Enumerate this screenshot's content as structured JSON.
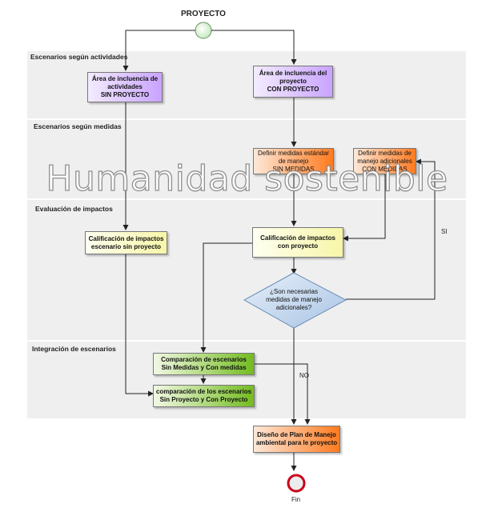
{
  "title": "PROYECTO",
  "end_label": "Fin",
  "watermark": "Humanidad sostenible",
  "lanes": [
    "Escenarios según actividades",
    "Escenarios según medidas",
    "Evaluación de impactos",
    "Integración de escenarios"
  ],
  "nodes": {
    "area_sin": [
      "Área de incluencia de",
      "actividades",
      "SIN PROYECTO"
    ],
    "area_con": [
      "Área de incluencia del",
      "proyecto",
      "CON PROYECTO"
    ],
    "medidas_estandar": [
      "Definir medidas estándar",
      "de manejo",
      "SIN MEDIDAS"
    ],
    "medidas_adicionales": [
      "Definir medidas de",
      "manejo adicionales",
      "CON MEDIDAS"
    ],
    "calif_sin": [
      "Calificación de impactos",
      "escenario sin proyecto"
    ],
    "calif_con": [
      "Calificación de impactos",
      "con proyecto"
    ],
    "decision": [
      "¿Son necesarias",
      "medidas de manejo",
      "adicionales?"
    ],
    "comp_medidas": [
      "Comparación de escenarios",
      "Sin Medidas y Con medidas"
    ],
    "comp_proyecto": [
      "comparación de los escenarios",
      "Sin Proyecto y Con Proyecto"
    ],
    "plan": [
      "Diseño de Plan de Manejo",
      "ambiental para le proyecto"
    ]
  },
  "edge_labels": {
    "yes": "SI",
    "no": "NO"
  },
  "colors": {
    "lane_bg": "#efefef",
    "purple": "#c9a3ff",
    "orange": "#ff7a1f",
    "yellow": "#f7f6a8",
    "green": "#72bc1f",
    "decision": "#c7d9ee",
    "start": "#d8f0d0",
    "end_ring": "#d0001a"
  }
}
